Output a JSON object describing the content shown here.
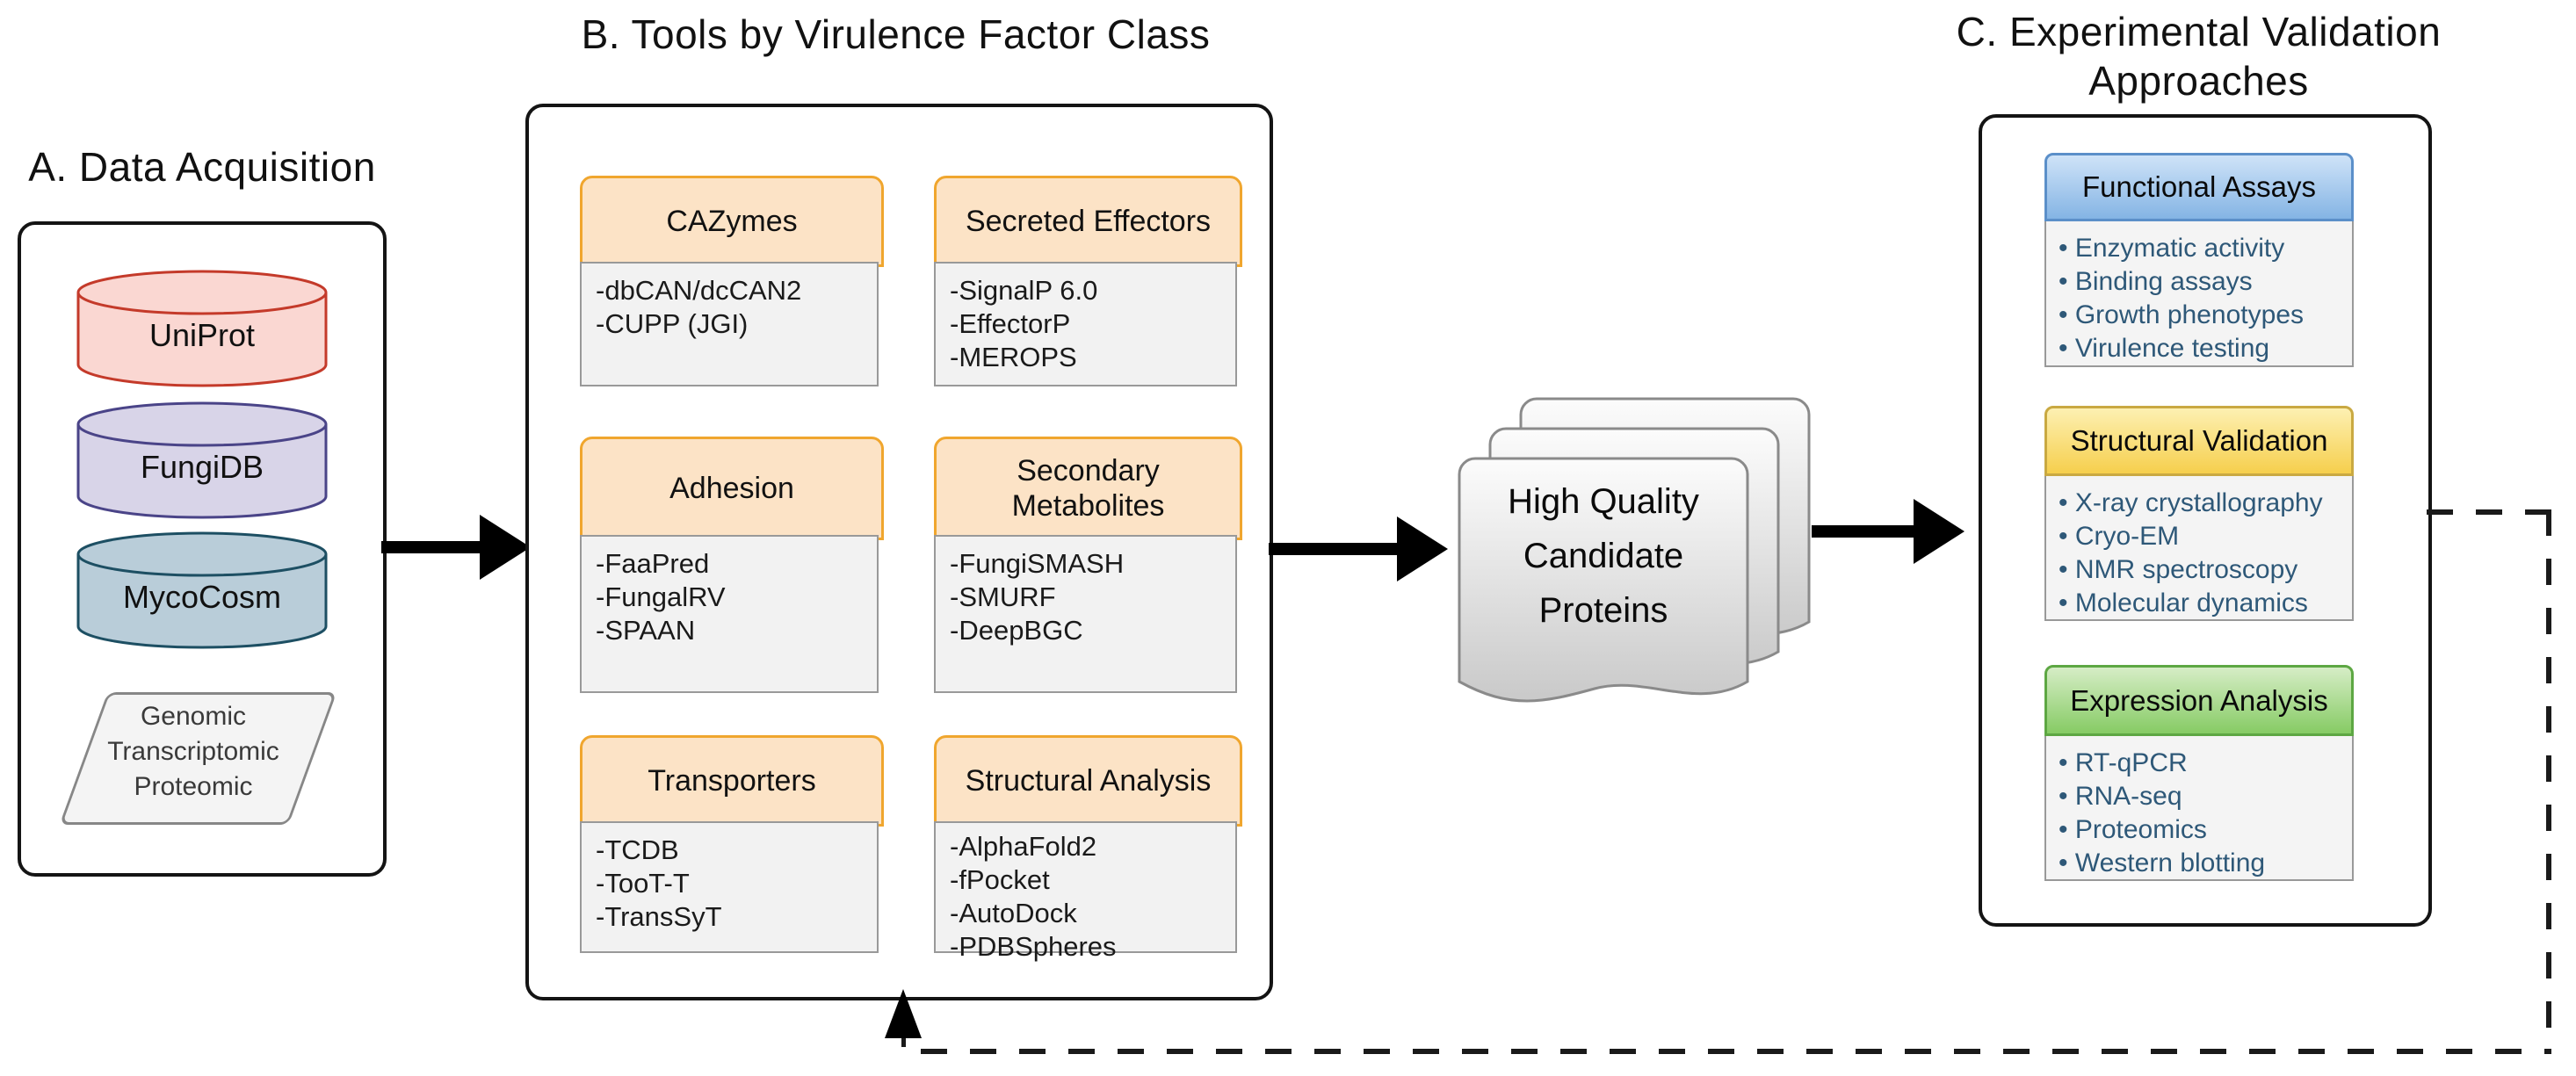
{
  "figure": {
    "section_a": {
      "title": "A. Data Acquisition",
      "databases": [
        {
          "label": "UniProt",
          "fill": "#fad7d2",
          "border": "#c43a2a"
        },
        {
          "label": "FungiDB",
          "fill": "#d8d4e8",
          "border": "#4a4488"
        },
        {
          "label": "MycoCosm",
          "fill": "#b9cdd9",
          "border": "#1d4f63"
        }
      ],
      "data_parallelogram": {
        "lines": [
          "Genomic",
          "Transcriptomic",
          "Proteomic"
        ]
      }
    },
    "section_b": {
      "title": "B. Tools by Virulence Factor Class",
      "boxes": [
        {
          "header": "CAZymes",
          "tools": [
            "-dbCAN/dcCAN2",
            "-CUPP (JGI)"
          ]
        },
        {
          "header": "Secreted Effectors",
          "tools": [
            "-SignalP 6.0",
            "-EffectorP",
            "-MEROPS"
          ]
        },
        {
          "header": "Adhesion",
          "tools": [
            "-FaaPred",
            "-FungalRV",
            "-SPAAN"
          ]
        },
        {
          "header": "Secondary Metabolites",
          "tools": [
            "-FungiSMASH",
            "-SMURF",
            "-DeepBGC"
          ]
        },
        {
          "header": "Transporters",
          "tools": [
            "-TCDB",
            "-TooT-T",
            "-TransSyT"
          ]
        },
        {
          "header": "Structural Analysis",
          "tools": [
            "-AlphaFold2",
            "-fPocket",
            "-AutoDock",
            "-PDBSpheres"
          ]
        }
      ]
    },
    "candidate_stack": {
      "lines": [
        "High Quality",
        "Candidate",
        "Proteins"
      ]
    },
    "section_c": {
      "title_line1": "C. Experimental Validation",
      "title_line2": "Approaches",
      "boxes": [
        {
          "header": "Functional Assays",
          "items": [
            "Enzymatic activity",
            "Binding assays",
            "Growth phenotypes",
            "Virulence testing"
          ]
        },
        {
          "header": "Structural Validation",
          "items": [
            "X-ray crystallography",
            "Cryo-EM",
            "NMR spectroscopy",
            "Molecular dynamics"
          ]
        },
        {
          "header": "Expression Analysis",
          "items": [
            "RT-qPCR",
            "RNA-seq",
            "Proteomics",
            "Western blotting"
          ]
        }
      ]
    },
    "colors": {
      "tool_header_fill": "#fce3c6",
      "tool_header_border": "#f0a62e",
      "tool_body_fill": "#f2f2f2",
      "functional_assays_border": "#5b8fc9",
      "functional_assays_gradient": [
        "#cfe3f8",
        "#84b4e4"
      ],
      "structural_validation_border": "#c9a942",
      "structural_validation_gradient": [
        "#fdf0b2",
        "#f6cf4d"
      ],
      "expression_analysis_border": "#5da743",
      "expression_analysis_gradient": [
        "#d6edc6",
        "#86cb64"
      ],
      "validation_item_text": "#2e5878",
      "document_stack_border": "#8a8a8a",
      "arrow": "#000000"
    }
  }
}
